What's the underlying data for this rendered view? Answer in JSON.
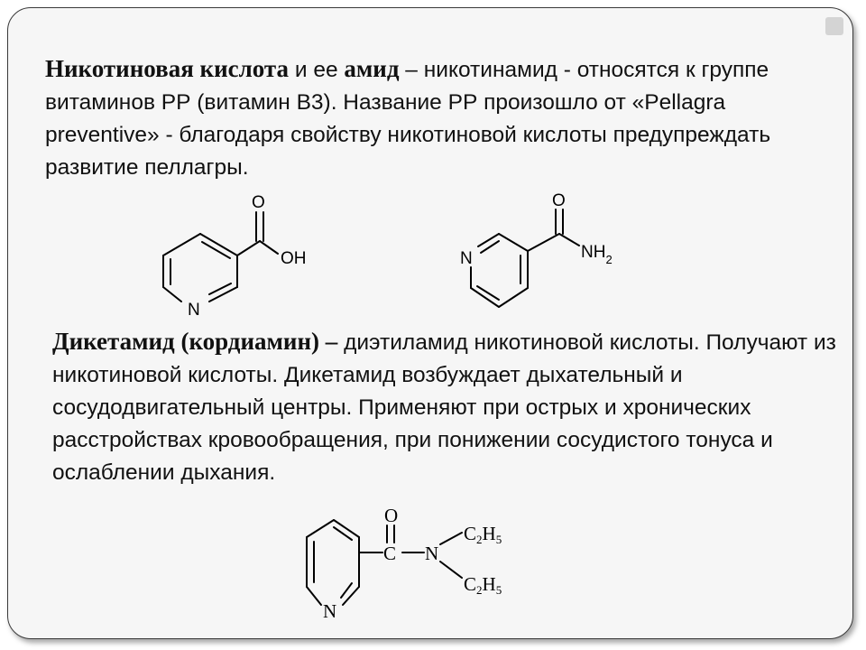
{
  "paragraph1": {
    "term1": "Никотиновая кислота",
    "text1": " и ее ",
    "term2": "амид",
    "text2": " – никотинамид - относятся к группе витаминов РР (витамин В3). Название РР произошло от «Pellagra preventive» - благодаря свойству никотиновой кислоты предупреждать развитие пеллагры."
  },
  "paragraph2": {
    "term": "Дикетамид (кордиамин) –",
    "text": " диэтиламид никотиновой кислоты. Получают из никотиновой кислоты. Дикетамид возбуждает дыхательный и сосудодвигательный центры. Применяют при острых и хронических расстройствах кровообращения, при понижении сосудистого тонуса и ослаблении дыхания."
  },
  "structures": {
    "nicotinic_acid": {
      "o": "O",
      "oh": "OH",
      "n": "N"
    },
    "nicotinamide": {
      "o": "O",
      "nh": "NH",
      "nh_sub": "2",
      "n": "N"
    },
    "diketamide": {
      "o": "O",
      "c": "C",
      "n_amide": "N",
      "n_ring": "N",
      "ethyl": "C",
      "ethyl_sub1": "2",
      "h": "H",
      "ethyl_sub2": "5"
    }
  }
}
